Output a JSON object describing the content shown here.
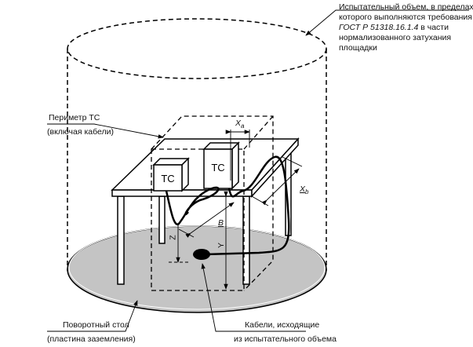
{
  "labels": {
    "test_volume": {
      "line1": "Испытательный объем, в пределах",
      "line2": "которого выполняются требования",
      "line3_italic": "ГОСТ Р 51318.16.1.4",
      "line3_rest": " в части",
      "line4": "нормализованного затухания",
      "line5": "площадки"
    },
    "perimeter": {
      "line1": "Периметр ТС",
      "line2": "(включая кабели)"
    },
    "turntable": {
      "line1": "Поворотный стол",
      "line2": "(пластина заземления)"
    },
    "cables": {
      "line1": "Кабели, исходящие",
      "line2": "из испытательного объема"
    },
    "device": "ТС",
    "dims": {
      "xa": "X",
      "xa_sub": "a",
      "xb": "X",
      "xb_sub": "b",
      "b": "B",
      "y": "Y",
      "z": "Z"
    }
  }
}
